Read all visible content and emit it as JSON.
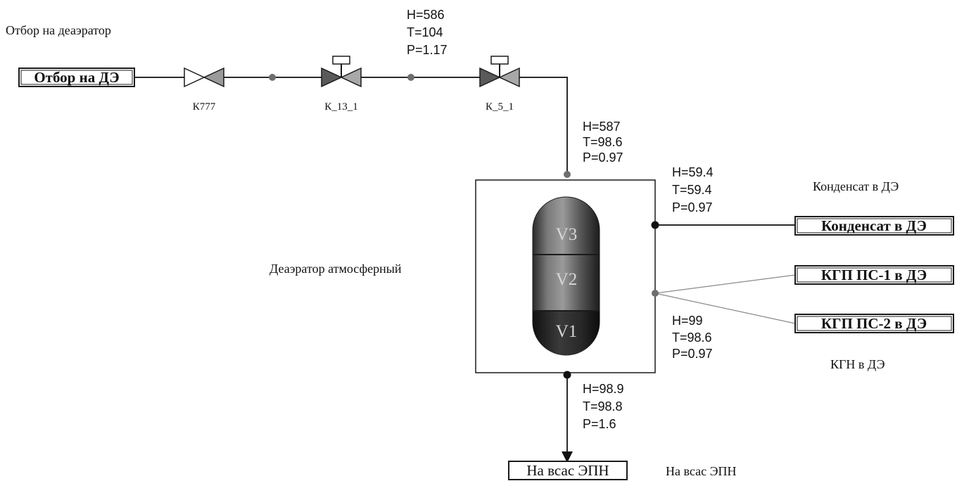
{
  "source": {
    "caption": "Отбор на деаэратор",
    "box_label": "Отбор на ДЭ"
  },
  "valves": [
    {
      "label": "К777",
      "type": "manual"
    },
    {
      "label": "К_13_1",
      "type": "actuated"
    },
    {
      "label": "К_5_1",
      "type": "actuated"
    }
  ],
  "params": {
    "line_after_k13": {
      "h": "Н=586",
      "t": "Т=104",
      "p": "Р=1.17"
    },
    "deaerator_inlet": {
      "h": "Н=587",
      "t": "Т=98.6",
      "p": "Р=0.97"
    },
    "condensate_inlet": {
      "h": "Н=59.4",
      "t": "Т=59.4",
      "p": "Р=0.97"
    },
    "kgp_inlet": {
      "h": "Н=99",
      "t": "Т=98.6",
      "p": "Р=0.97"
    },
    "outlet": {
      "h": "Н=98.9",
      "t": "Т=98.8",
      "p": "Р=1.6"
    }
  },
  "deaerator": {
    "caption": "Деаэратор атмосферный",
    "sections": [
      "V3",
      "V2",
      "V1"
    ]
  },
  "condensate": {
    "caption": "Конденсат в ДЭ",
    "box_label": "Конденсат в ДЭ"
  },
  "kgp": {
    "box1_label": "КГП ПС-1 в ДЭ",
    "box2_label": "КГП ПС-2 в ДЭ",
    "caption": "КГН в ДЭ"
  },
  "outlet": {
    "box_label": "На всас ЭПН",
    "caption": "На всас ЭПН"
  },
  "colors": {
    "line": "#2b2b2b",
    "grey_line": "#8a8a8a",
    "node": "#6e6e6e",
    "tank_dark": "#1c1c1c",
    "tank_light": "#9a9a9a"
  }
}
